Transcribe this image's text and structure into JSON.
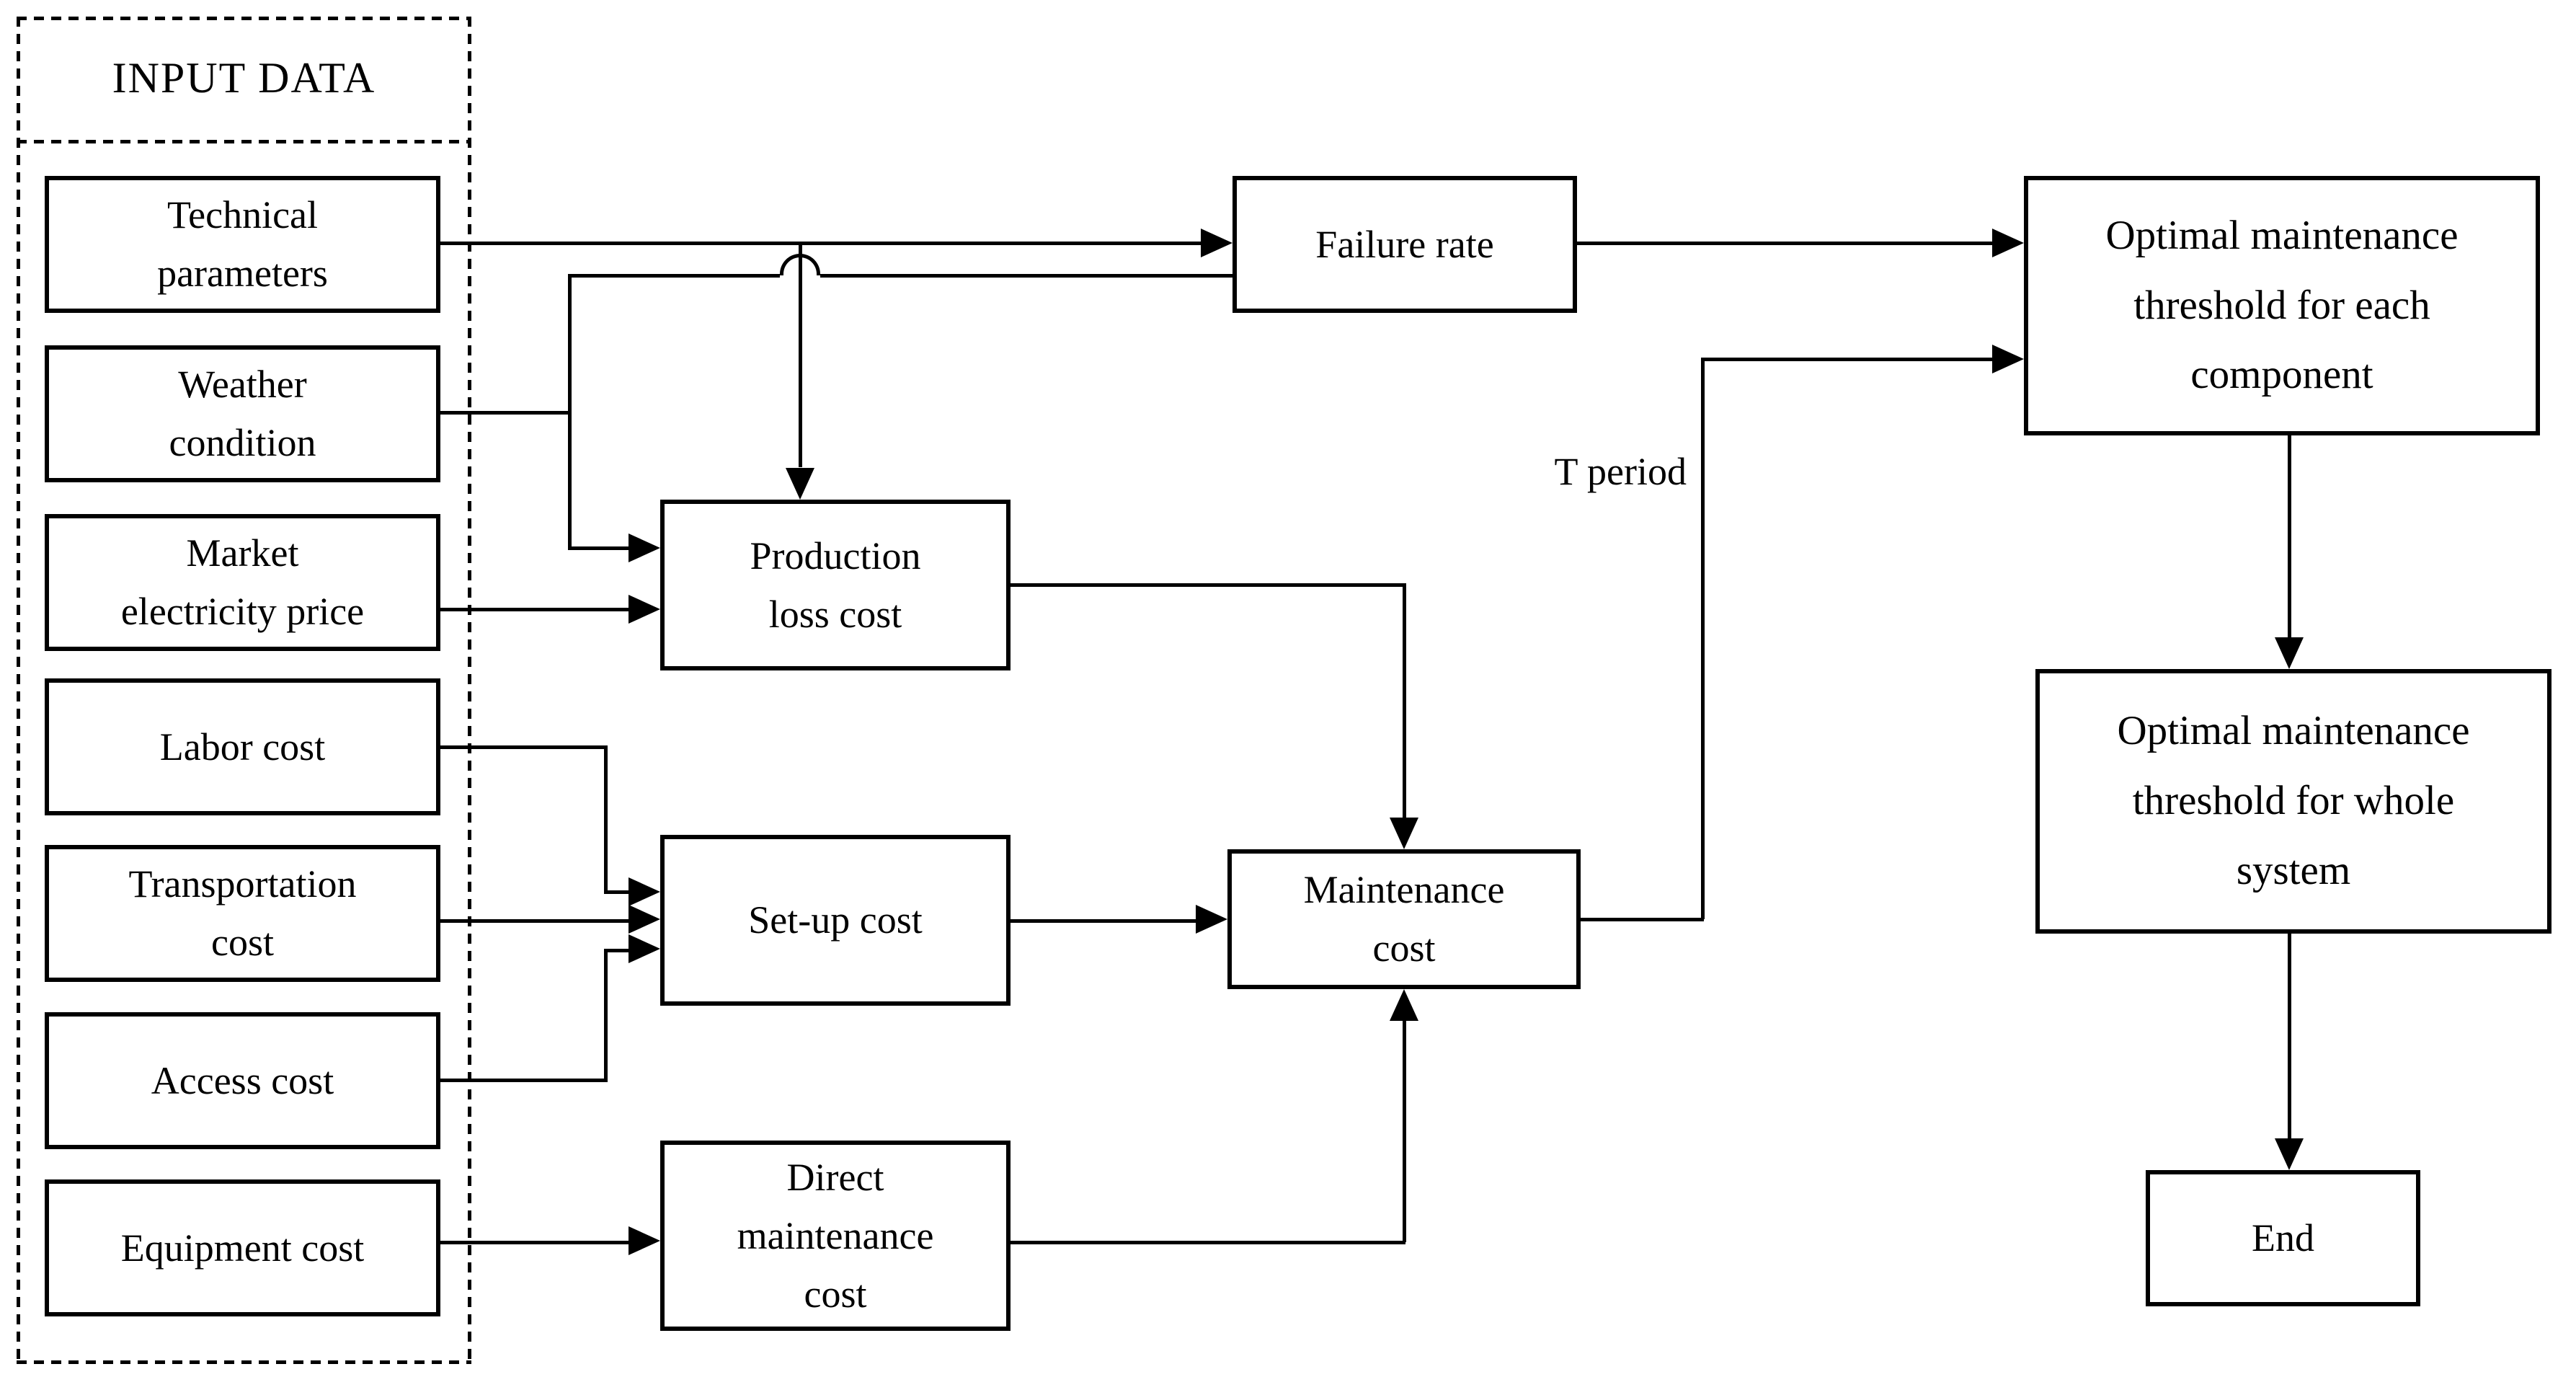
{
  "colors": {
    "ink": "#000000",
    "background": "#ffffff"
  },
  "input_panel": {
    "title": "INPUT DATA"
  },
  "labels": {
    "t_period": "T period"
  },
  "nodes": {
    "technical": "Technical\nparameters",
    "weather": "Weather\ncondition",
    "market": "Market\nelectricity price",
    "labor": "Labor cost",
    "transportation": "Transportation\ncost",
    "access": "Access cost",
    "equipment": "Equipment cost",
    "failure_rate": "Failure rate",
    "production_loss": "Production\nloss cost",
    "setup": "Set-up cost",
    "direct_maintenance": "Direct\nmaintenance\ncost",
    "maintenance": "Maintenance\ncost",
    "optimal_each": "Optimal maintenance\nthreshold for each\ncomponent",
    "optimal_whole": "Optimal maintenance\nthreshold for whole\nsystem",
    "end": "End"
  }
}
